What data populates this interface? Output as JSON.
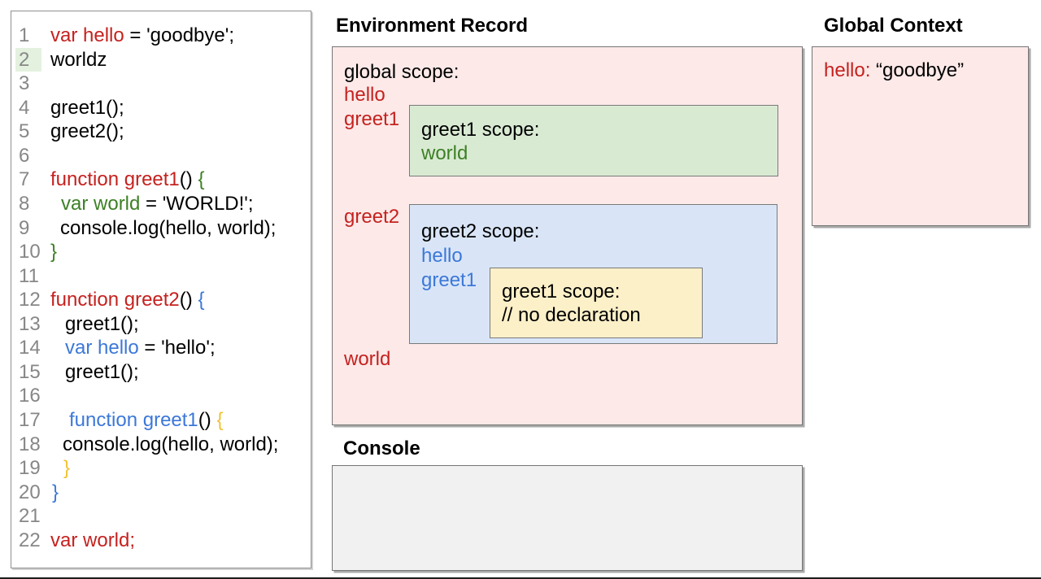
{
  "titles": {
    "env": "Environment Record",
    "global": "Global Context",
    "console": "Console"
  },
  "env": {
    "scope_label": "global scope:",
    "hello": "hello",
    "greet1": "greet1",
    "greet2": "greet2",
    "world": "world",
    "greet1_scope": {
      "title": "greet1 scope:",
      "entry": "world"
    },
    "greet2_scope": {
      "title": "greet2 scope:",
      "entry1": "hello",
      "entry2": "greet1",
      "inner": {
        "title": "greet1 scope:",
        "comment": "// no declaration"
      }
    }
  },
  "global_context": {
    "key": "hello:",
    "value": " “goodbye”"
  },
  "console": {
    "text": ""
  },
  "colors": {
    "keyword_red": "#c5221f",
    "keyword_green": "#3d8026",
    "keyword_blue": "#3c78d8",
    "keyword_yellow": "#f1c232",
    "pink_bg": "#fce9e8",
    "green_bg": "#d9ead3",
    "blue_bg": "#d9e5f7",
    "yellow_bg": "#fcf0c8",
    "console_bg": "#f1f1f1",
    "line_number_gray": "#878787",
    "line2_highlight": "#e4f1df"
  },
  "code": {
    "lines": [
      {
        "num": "1",
        "indent": 0,
        "hl": false,
        "tokens": [
          {
            "t": "var hello",
            "c": "red"
          },
          {
            "t": " = 'goodbye';",
            "c": "black"
          }
        ]
      },
      {
        "num": "2",
        "indent": 0,
        "hl": true,
        "tokens": [
          {
            "t": "worldz",
            "c": "black"
          }
        ]
      },
      {
        "num": "3",
        "indent": 0,
        "hl": false,
        "tokens": []
      },
      {
        "num": "4",
        "indent": 0,
        "hl": false,
        "tokens": [
          {
            "t": "greet1();",
            "c": "black"
          }
        ]
      },
      {
        "num": "5",
        "indent": 0,
        "hl": false,
        "tokens": [
          {
            "t": "greet2();",
            "c": "black"
          }
        ]
      },
      {
        "num": "6",
        "indent": 0,
        "hl": false,
        "tokens": []
      },
      {
        "num": "7",
        "indent": 0,
        "hl": false,
        "tokens": [
          {
            "t": "function greet1",
            "c": "red"
          },
          {
            "t": "() ",
            "c": "black"
          },
          {
            "t": "{",
            "c": "green"
          }
        ]
      },
      {
        "num": "8",
        "indent": 13,
        "hl": false,
        "tokens": [
          {
            "t": "var world",
            "c": "green"
          },
          {
            "t": " = 'WORLD!';",
            "c": "black"
          }
        ]
      },
      {
        "num": "9",
        "indent": 12,
        "hl": false,
        "tokens": [
          {
            "t": "console.log(hello, world);",
            "c": "black"
          }
        ]
      },
      {
        "num": "10",
        "indent": 0,
        "hl": false,
        "tokens": [
          {
            "t": "}",
            "c": "green"
          }
        ]
      },
      {
        "num": "11",
        "indent": 0,
        "hl": false,
        "tokens": []
      },
      {
        "num": "12",
        "indent": 0,
        "hl": false,
        "tokens": [
          {
            "t": "function greet2",
            "c": "red"
          },
          {
            "t": "() ",
            "c": "black"
          },
          {
            "t": "{",
            "c": "blue"
          }
        ]
      },
      {
        "num": "13",
        "indent": 18,
        "hl": false,
        "tokens": [
          {
            "t": "greet1();",
            "c": "black"
          }
        ]
      },
      {
        "num": "14",
        "indent": 18,
        "hl": false,
        "tokens": [
          {
            "t": "var hello",
            "c": "blue"
          },
          {
            "t": " = 'hello';",
            "c": "black"
          }
        ]
      },
      {
        "num": "15",
        "indent": 18,
        "hl": false,
        "tokens": [
          {
            "t": "greet1();",
            "c": "black"
          }
        ]
      },
      {
        "num": "16",
        "indent": 0,
        "hl": false,
        "tokens": []
      },
      {
        "num": "17",
        "indent": 23,
        "hl": false,
        "tokens": [
          {
            "t": "function greet1",
            "c": "blue"
          },
          {
            "t": "() ",
            "c": "black"
          },
          {
            "t": "{",
            "c": "yellow"
          }
        ]
      },
      {
        "num": "18",
        "indent": 15,
        "hl": false,
        "tokens": [
          {
            "t": "console.log(hello, world);",
            "c": "black"
          }
        ]
      },
      {
        "num": "19",
        "indent": 16,
        "hl": false,
        "tokens": [
          {
            "t": "}",
            "c": "yellow"
          }
        ]
      },
      {
        "num": "20",
        "indent": 2,
        "hl": false,
        "tokens": [
          {
            "t": "}",
            "c": "blue"
          }
        ]
      },
      {
        "num": "21",
        "indent": 0,
        "hl": false,
        "tokens": []
      },
      {
        "num": "22",
        "indent": 0,
        "hl": false,
        "tokens": [
          {
            "t": "var world;",
            "c": "red"
          }
        ]
      }
    ]
  }
}
